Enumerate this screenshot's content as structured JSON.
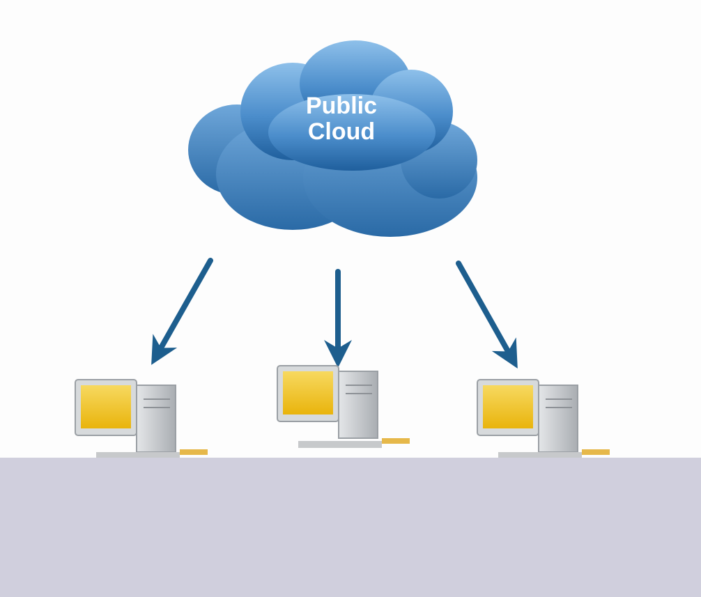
{
  "cloud": {
    "label_line1": "Public",
    "label_line2": "Cloud"
  },
  "colors": {
    "cloud_light": "#6aa6d8",
    "cloud_dark": "#2466a3",
    "arrow": "#1d5e8e",
    "screen": "#f2c21a",
    "computer_body": "#c9cccf",
    "footer_band": "#d0cfdd"
  },
  "computers": [
    {
      "name": "client-computer-left"
    },
    {
      "name": "client-computer-center"
    },
    {
      "name": "client-computer-right"
    }
  ]
}
